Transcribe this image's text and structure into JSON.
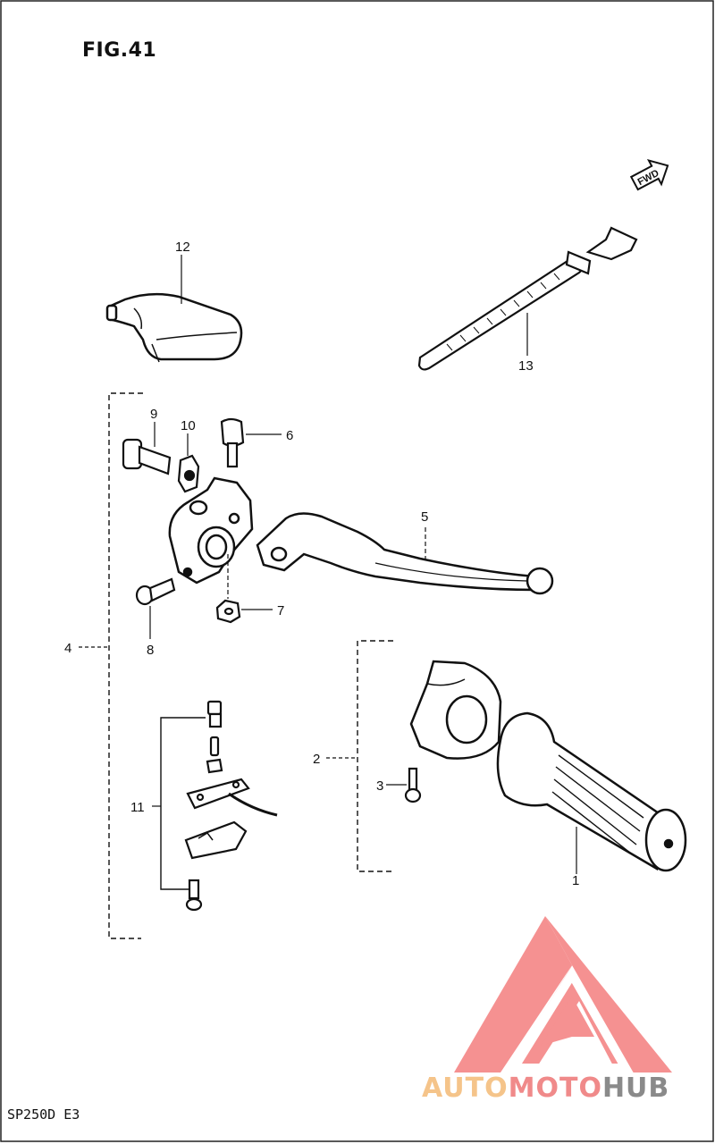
{
  "figure": {
    "title": "FIG.41",
    "model_code": "SP250D  E3"
  },
  "direction_label": "FWD",
  "callouts": [
    {
      "id": "c1",
      "text": "1"
    },
    {
      "id": "c2",
      "text": "2"
    },
    {
      "id": "c3",
      "text": "3"
    },
    {
      "id": "c4",
      "text": "4"
    },
    {
      "id": "c5",
      "text": "5"
    },
    {
      "id": "c6",
      "text": "6"
    },
    {
      "id": "c7",
      "text": "7"
    },
    {
      "id": "c8",
      "text": "8"
    },
    {
      "id": "c9",
      "text": "9"
    },
    {
      "id": "c10",
      "text": "10"
    },
    {
      "id": "c11",
      "text": "11"
    },
    {
      "id": "c12",
      "text": "12"
    },
    {
      "id": "c13",
      "text": "13"
    }
  ],
  "watermark": {
    "part1": "AUTO",
    "part2": "MOTO",
    "part3": "HUB",
    "color_auto": "#f5c48a",
    "color_moto": "#f08a8a",
    "color_hub": "#8a8a8a",
    "logo_color": "#f26d6d"
  }
}
